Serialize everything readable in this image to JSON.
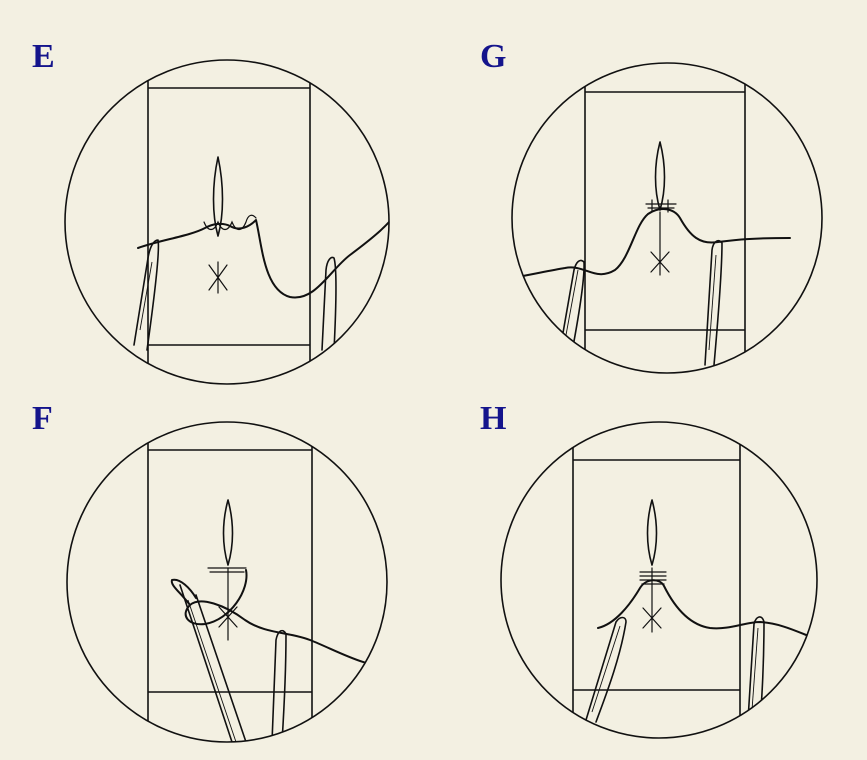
{
  "panels": [
    {
      "id": "E",
      "label": "E"
    },
    {
      "id": "G",
      "label": "G"
    },
    {
      "id": "F",
      "label": "F"
    },
    {
      "id": "H",
      "label": "H"
    }
  ],
  "colors": {
    "background": "#f3f0e2",
    "label": "#14148c",
    "ink": "#111111"
  }
}
